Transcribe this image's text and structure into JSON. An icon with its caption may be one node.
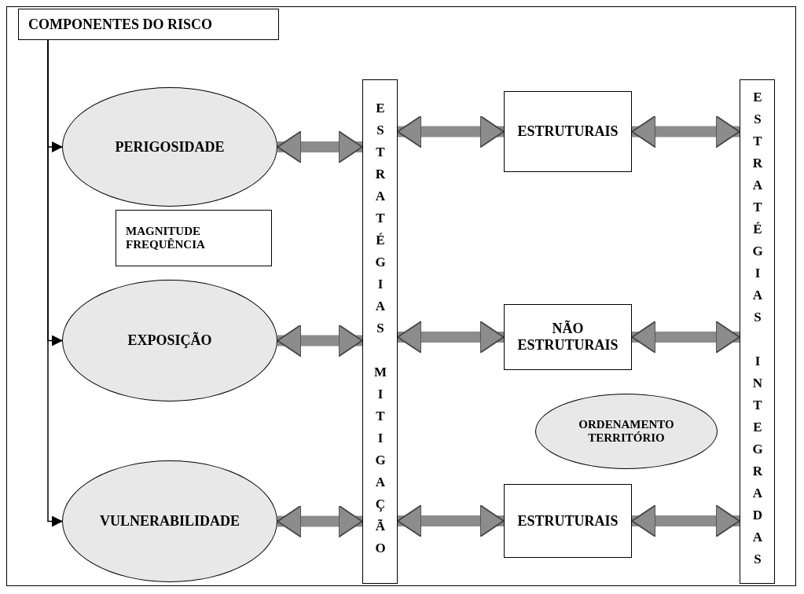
{
  "diagram": {
    "nodes": [
      {
        "text": [
          "COMPONENTES DO RISCO"
        ]
      },
      {
        "text": [
          "PERIGOSIDADE"
        ]
      },
      {
        "text": [
          "MAGNITUDE FREQUÊNCIA"
        ]
      },
      {
        "text": [
          "EXPOSIÇÃO"
        ]
      },
      {
        "text": [
          "VULNERABILIDADE"
        ]
      },
      {
        "text": [
          "ESTRATÉGIAS MITIGAÇÃO"
        ]
      },
      {
        "text": [
          "ESTRUTURAIS"
        ]
      },
      {
        "text": [
          "NÃO ESTRUTURAIS"
        ]
      },
      {
        "text": [
          "ORDENAMENTO TERRITÓRIO"
        ]
      },
      {
        "text": [
          "ESTRUTURAIS"
        ]
      },
      {
        "text": [
          "ESTRATÉGIAS INTEGRADAS"
        ]
      }
    ],
    "edges": [
      {
        "from": 0,
        "to": 1,
        "arrow": "to",
        "color": "#000000"
      },
      {
        "from": 0,
        "to": 3,
        "arrow": "to",
        "color": "#000000"
      },
      {
        "from": 0,
        "to": 4,
        "arrow": "to",
        "color": "#000000"
      },
      {
        "from": 1,
        "to": 5,
        "arrow": "both"
      },
      {
        "from": 3,
        "to": 5,
        "arrow": "both"
      },
      {
        "from": 4,
        "to": 5,
        "arrow": "both"
      },
      {
        "from": 5,
        "to": 6,
        "arrow": "both"
      },
      {
        "from": 5,
        "to": 7,
        "arrow": "both"
      },
      {
        "from": 5,
        "to": 9,
        "arrow": "both"
      },
      {
        "from": 6,
        "to": 10,
        "arrow": "both"
      },
      {
        "from": 7,
        "to": 10,
        "arrow": "both"
      },
      {
        "from": 9,
        "to": 10,
        "arrow": "both"
      }
    ]
  }
}
